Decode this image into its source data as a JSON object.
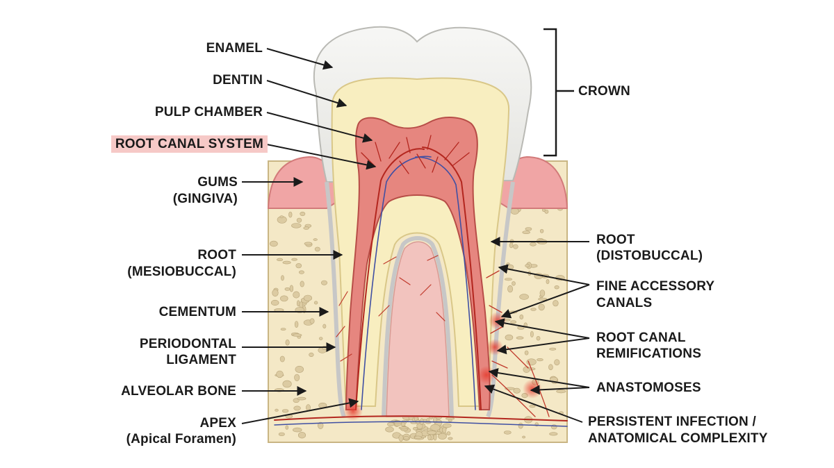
{
  "labels": {
    "enamel": "ENAMEL",
    "dentin": "DENTIN",
    "pulp_chamber": "PULP CHAMBER",
    "root_canal_system": "ROOT CANAL SYSTEM",
    "gums": "GUMS",
    "gums_sub": "(GINGIVA)",
    "root_mb": "ROOT",
    "root_mb_sub": "(MESIOBUCCAL)",
    "cementum": "CEMENTUM",
    "pdl_1": "PERIODONTAL",
    "pdl_2": "LIGAMENT",
    "alveolar_bone": "ALVEOLAR BONE",
    "apex": "APEX",
    "apex_sub": "(Apical Foramen)",
    "crown": "CROWN",
    "root_db": "ROOT",
    "root_db_sub": "(DISTOBUCCAL)",
    "accessory_1": "FINE ACCESSORY",
    "accessory_2": "CANALS",
    "ramifications_1": "ROOT CANAL",
    "ramifications_2": "REMIFICATIONS",
    "anastomoses": "ANASTOMOSES",
    "infection_1": "PERSISTENT INFECTION /",
    "infection_2": "ANATOMICAL COMPLEXITY"
  },
  "colors": {
    "enamel": "#eeeeec",
    "dentin": "#f8eec0",
    "pulp": "#e6867f",
    "gum": "#f0a5a5",
    "bone": "#f4e8c6",
    "bone_pore": "#dccba2",
    "highlight": "#f6c9c7",
    "inflammation": "#e53b2e"
  }
}
